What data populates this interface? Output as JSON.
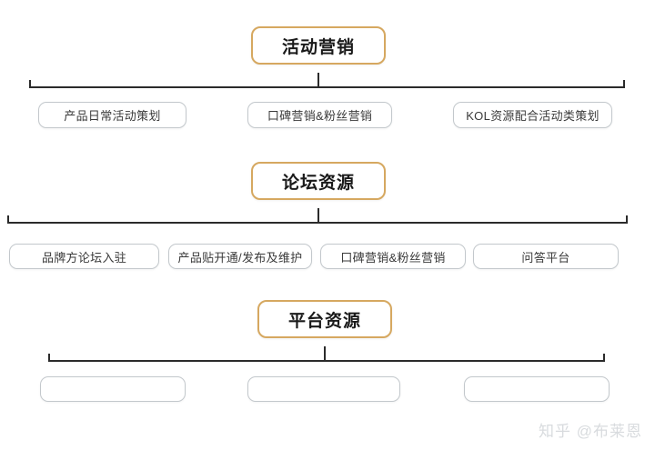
{
  "diagram": {
    "sections": [
      {
        "id": "activity-marketing",
        "header": "活动营销",
        "items": [
          "产品日常活动策划",
          "口碑营销&粉丝营销",
          "KOL资源配合活动类策划"
        ]
      },
      {
        "id": "forum-resources",
        "header": "论坛资源",
        "items": [
          "品牌方论坛入驻",
          "产品贴开通/发布及维护",
          "口碑营销&粉丝营销",
          "问答平台"
        ]
      },
      {
        "id": "platform-resources",
        "header": "平台资源",
        "items": [
          "",
          "",
          ""
        ]
      }
    ]
  },
  "watermark": {
    "text": "知乎 @布莱恩"
  },
  "colors": {
    "header_border": "#d6a860",
    "leaf_border": "#c3c8cc",
    "connector": "#2b2b2b",
    "watermark": "#d8dbde",
    "background": "#ffffff"
  }
}
